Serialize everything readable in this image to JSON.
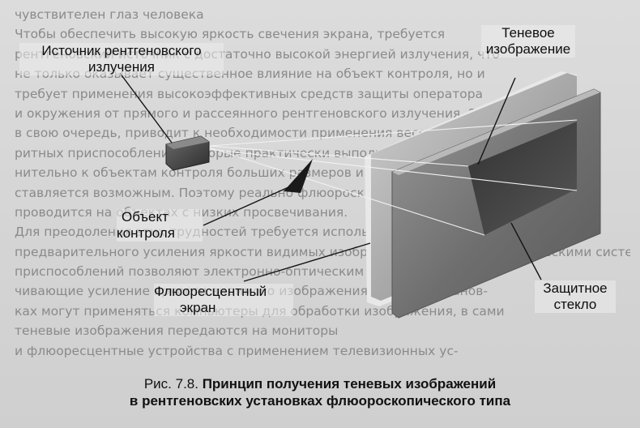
{
  "background_text": {
    "lines": [
      "чувствителен глаз человека",
      "Чтобы обеспечить высокую яркость свечения экрана, требуется",
      "рентгеновский источник с достаточно высокой энергией излучения, что",
      "не только оказывает существенное влияние на объект контроля, но и",
      "требует применения высокоэффективных средств защиты оператора",
      "и окружения от прямого и рассеянного рентгеновского излучения. Это,",
      "в свою очередь, приводит к необходимости применения весо-габа-",
      "ритных приспособлений, которые практически выполнить которые приме-",
      "нительно к объектам контроля больших размеров и ручной подачи не пред-",
      "ставляется возможным. Поэтому реально флюороскопический контроль",
      "проводится на объектах с низких просвечивания.",
      "Для преодоления этих трудностей требуется использование дополнительных средств",
      "предварительного усиления яркости видимых изображений электронно-оптическими системами",
      "приспособлений позволяют электронно-оптическим системам, обеспе-",
      "чивающие усиление яркости видимого изображения. В таких установ-",
      "ках могут применяться компьютеры для обработки изображения, в сами",
      "теневые изображения передаются на мониторы",
      "и флюоресцентные устройства с применением телевизионных ус-"
    ]
  },
  "labels": {
    "source": [
      "Источник рентгеновского",
      "излучения"
    ],
    "shadow": [
      "Теневое",
      "изображение"
    ],
    "object": [
      "Объект",
      "контроля"
    ],
    "screen": [
      "Флюоресцентный",
      "экран"
    ],
    "glass": [
      "Защитное",
      "стекло"
    ]
  },
  "caption": {
    "fig": "Рис. 7.8.",
    "line1": "Принцип получения теневых изображений",
    "line2": "в рентгеновских установках флюороскопического типа"
  },
  "colors": {
    "source_box": "#4a4a4a",
    "object": "#1e1e1e",
    "screen": "#a9a9a9",
    "glass": "#6f6f6f",
    "shadow": "#3a3a3a",
    "leader": "#141414"
  }
}
